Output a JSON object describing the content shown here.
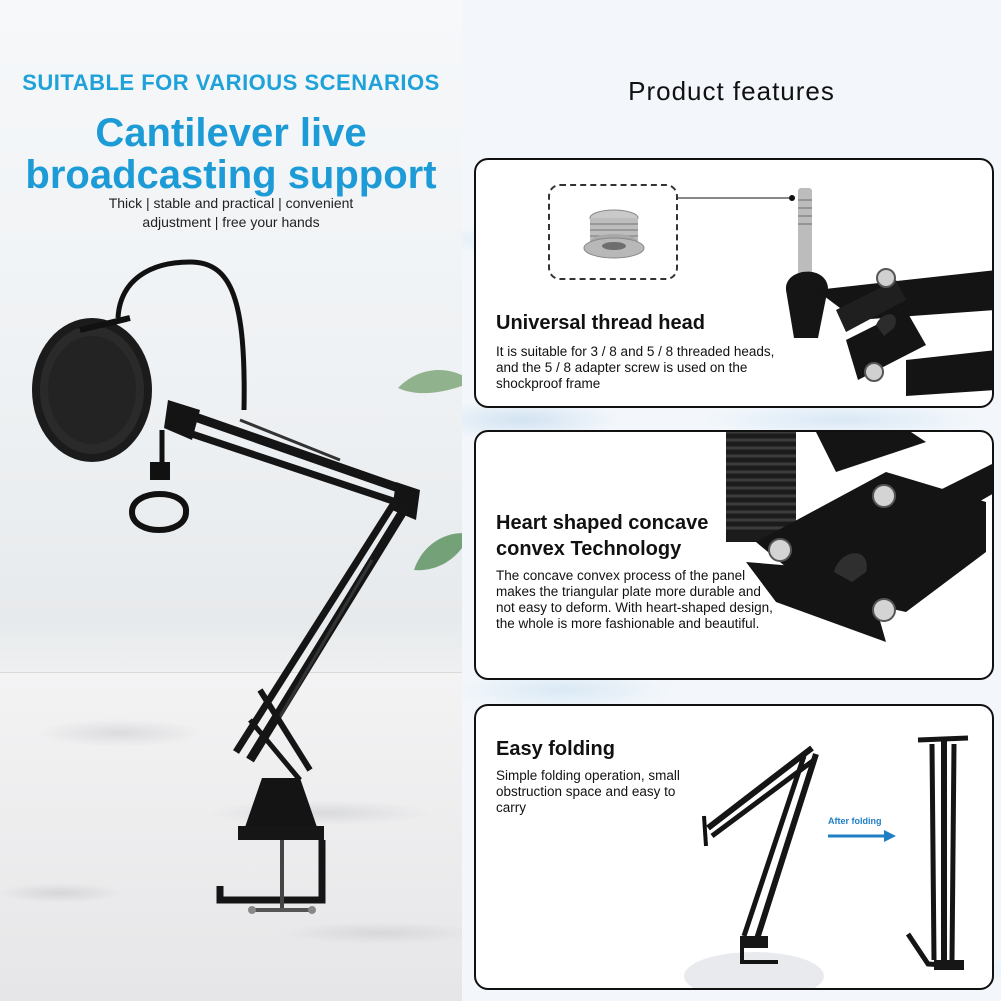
{
  "left": {
    "scenario_title": "SUITABLE FOR VARIOUS SCENARIOS",
    "main_title_line1": "Cantilever live",
    "main_title_line2": "broadcasting support",
    "subtitle_line1": "Thick | stable and practical | convenient",
    "subtitle_line2": "adjustment | free your hands"
  },
  "right": {
    "section_title": "Product features",
    "features": [
      {
        "title": "Universal thread head",
        "description": "It is suitable for 3 / 8 and 5 / 8 threaded heads, and the 5 / 8 adapter screw is used on the shockproof frame"
      },
      {
        "title_line1": "Heart shaped concave",
        "title_line2": "convex Technology",
        "description": "The concave convex process of the panel makes the triangular plate more durable and not easy to deform. With heart-shaped design, the whole is more fashionable and beautiful."
      },
      {
        "title": "Easy folding",
        "description": "Simple folding operation, small obstruction space and easy to carry",
        "arrow_label": "After folding"
      }
    ]
  },
  "colors": {
    "accent_blue": "#1d9bd6",
    "card_border": "#111111",
    "arm_black": "#141414"
  }
}
